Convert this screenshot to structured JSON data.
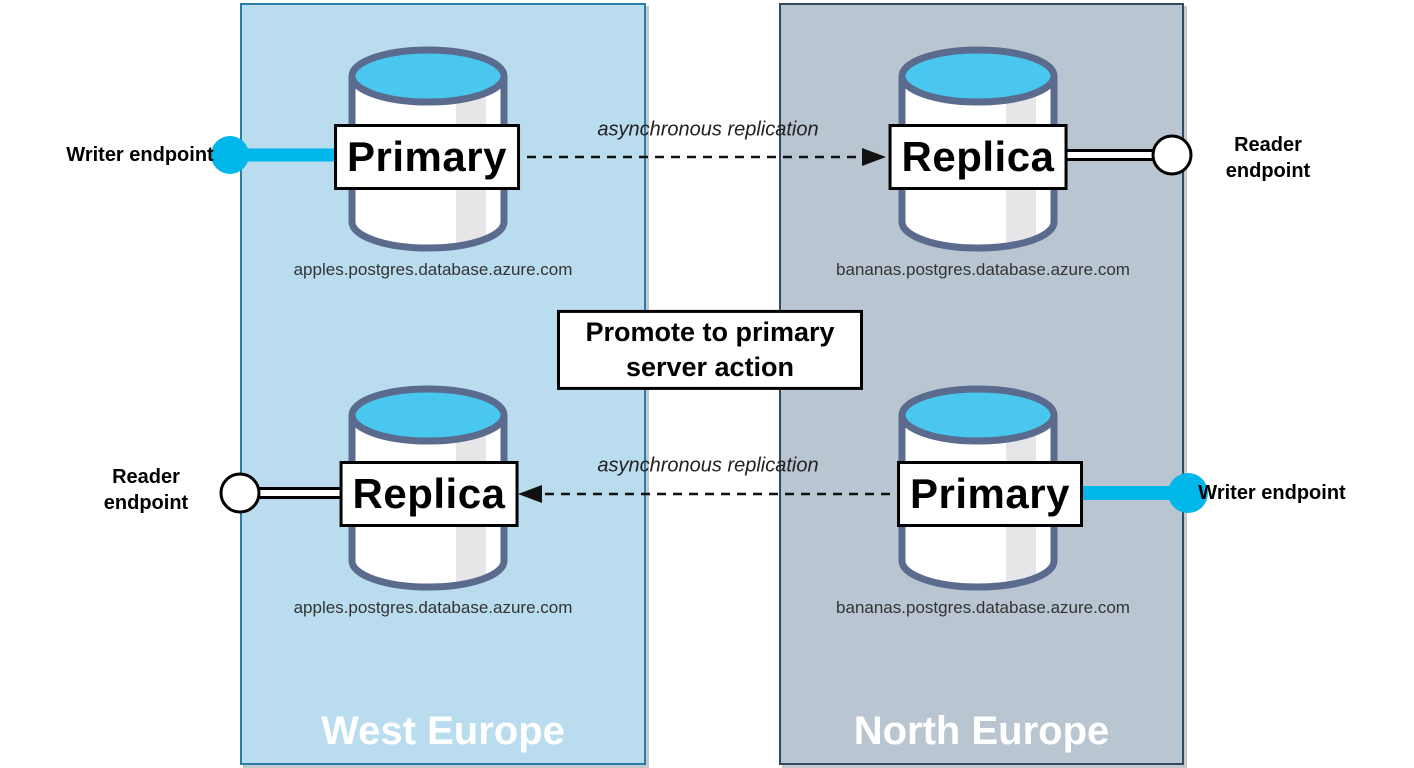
{
  "regions": {
    "west": {
      "label": "West Europe",
      "fill": "#b9dcee",
      "border": "#2b7da6"
    },
    "north": {
      "label": "North Europe",
      "fill": "#b9c6d1",
      "border": "#2f4a63"
    }
  },
  "nodes": {
    "top_left": {
      "role": "Primary",
      "host": "apples.postgres.database.azure.com",
      "region": "West Europe",
      "endpoint": "writer"
    },
    "top_right": {
      "role": "Replica",
      "host": "bananas.postgres.database.azure.com",
      "region": "North Europe",
      "endpoint": "reader"
    },
    "bottom_left": {
      "role": "Replica",
      "host": "apples.postgres.database.azure.com",
      "region": "West Europe",
      "endpoint": "reader"
    },
    "bottom_right": {
      "role": "Primary",
      "host": "bananas.postgres.database.azure.com",
      "region": "North Europe",
      "endpoint": "writer"
    }
  },
  "labels": {
    "writer_endpoint": "Writer endpoint",
    "reader_endpoint": "Reader endpoint",
    "async_replication": "asynchronous replication",
    "promote_action": "Promote to primary server action"
  },
  "colors": {
    "writer_accent": "#00b7ea",
    "reader_fill": "#ffffff",
    "db_top": "#49c7ef",
    "db_outline": "#5b6b8d",
    "db_body": "#ffffff",
    "db_shade": "#e6e6e8",
    "arrow": "#111111"
  }
}
